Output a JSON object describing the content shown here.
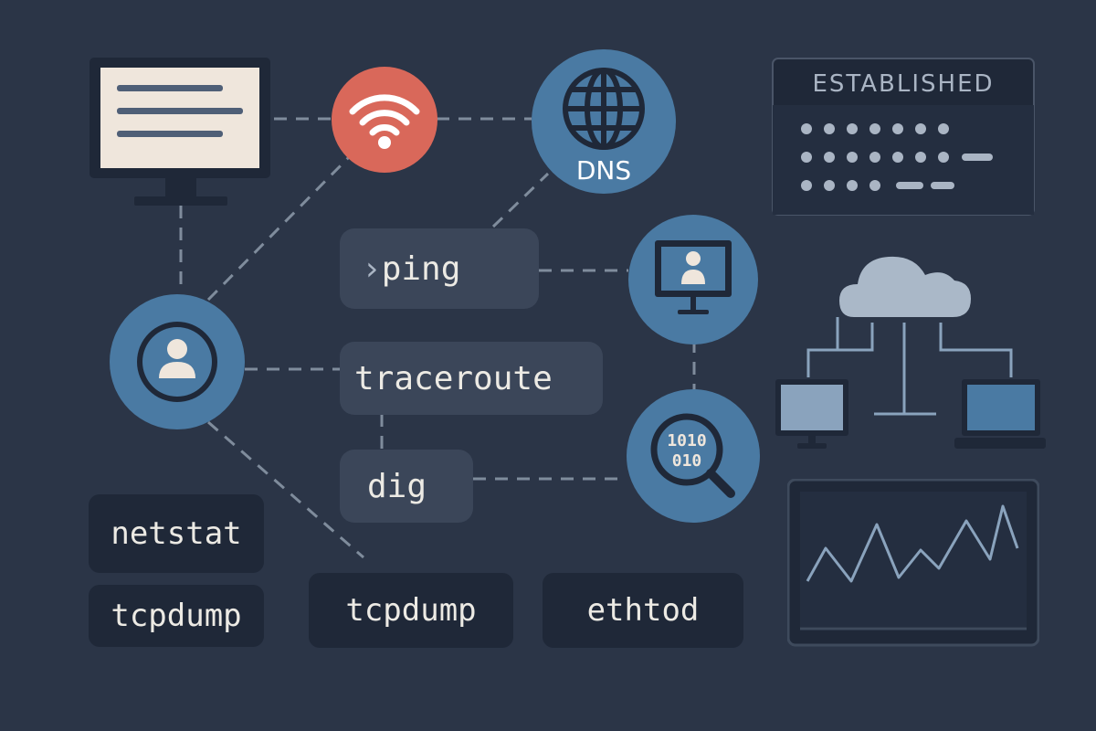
{
  "colors": {
    "background": "#2b3547",
    "node_blue": "#4a7aa3",
    "wifi_red": "#d9685a",
    "dark_panel": "#1f2838",
    "tool_pill": "#3b4659",
    "connector": "#7f8c9c",
    "text_light": "#eceae4",
    "chart_line": "#8aa3bd"
  },
  "icons": {
    "monitor": "desktop-monitor-icon",
    "wifi": "wifi-icon",
    "dns_globe": "globe-icon",
    "user": "user-icon",
    "remote_host": "remote-user-monitor-icon",
    "packet_inspect": "binary-magnifier-icon",
    "cloud": "cloud-network-icon",
    "graph": "line-graph-icon"
  },
  "dns": {
    "label": "DNS"
  },
  "connections_panel": {
    "title": "ESTABLISHED"
  },
  "tools": {
    "ping_prompt": "›",
    "ping": "ping",
    "traceroute": "traceroute",
    "dig": "dig"
  },
  "chips": {
    "netstat": "netstat",
    "tcpdump_left": "tcpdump",
    "tcpdump_center": "tcpdump",
    "ethtool": "ethtod"
  }
}
